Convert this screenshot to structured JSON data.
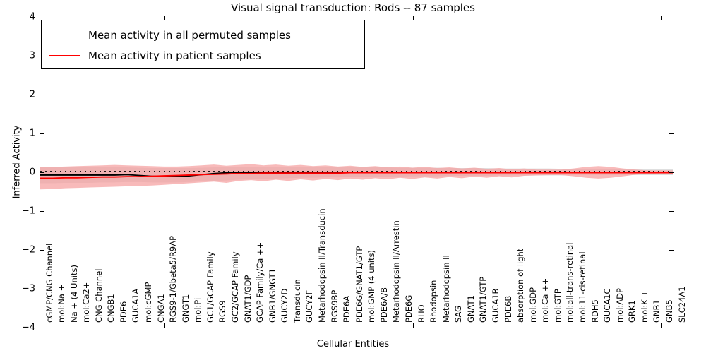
{
  "chart_data": {
    "type": "line",
    "title": "Visual signal transduction: Rods -- 87 samples",
    "xlabel": "Cellular Entities",
    "ylabel": "Inferred Activity",
    "ylim": [
      -4,
      4
    ],
    "yticks": [
      4,
      3,
      2,
      1,
      0,
      -1,
      -2,
      -3,
      -4
    ],
    "ytick_labels": [
      "4",
      "3",
      "2",
      "1",
      "0",
      "−1",
      "−2",
      "−3",
      "−4"
    ],
    "grid": false,
    "legend_position": "upper left",
    "legend": [
      {
        "label": "Mean activity in all permuted samples",
        "color": "#000000"
      },
      {
        "label": "Mean activity in patient samples",
        "color": "#ff0000"
      }
    ],
    "categories": [
      "cGMP/CNG Channel",
      "mol:Na +",
      "Na + (4 Units)",
      "mol:Ca2+",
      "CNG Channel",
      "CNGB1",
      "PDE6",
      "GUCA1A",
      "mol:cGMP",
      "CNGA1",
      "RGS9-1/Gbeta5/R9AP",
      "GNGT1",
      "mol:Pi",
      "GC1/GCAP Family",
      "RGS9",
      "GC2/GCAP Family",
      "GNAT1/GDP",
      "GCAP Family/Ca ++",
      "GNB1/GNGT1",
      "GUCY2D",
      "Transducin",
      "GUCY2F",
      "Metarhodopsin II/Transducin",
      "RGS9BP",
      "PDE6A",
      "PDE6G/GNAT1/GTP",
      "mol:GMP (4 units)",
      "PDE6A/B",
      "Metarhodopsin II/Arrestin",
      "PDE6G",
      "RHO",
      "Rhodopsin",
      "Metarhodopsin II",
      "SAG",
      "GNAT1",
      "GNAT1/GTP",
      "GUCA1B",
      "PDE6B",
      "absorption of light",
      "mol:GDP",
      "mol:Ca ++",
      "mol:GTP",
      "mol:all-trans-retinal",
      "mol:11-cis-retinal",
      "RDH5",
      "GUCA1C",
      "mol:ADP",
      "GRK1",
      "mol:K +",
      "GNB1",
      "GNB5",
      "SLC24A1"
    ],
    "series": [
      {
        "name": "Mean activity in all permuted samples",
        "color": "#000000",
        "band_color": "#d9d9d9",
        "values": [
          -0.09,
          -0.09,
          -0.09,
          -0.09,
          -0.09,
          -0.09,
          -0.09,
          -0.08,
          -0.1,
          -0.12,
          -0.12,
          -0.12,
          -0.11,
          -0.08,
          -0.05,
          -0.03,
          -0.02,
          -0.02,
          -0.02,
          -0.02,
          -0.02,
          -0.02,
          -0.02,
          -0.02,
          -0.02,
          -0.02,
          -0.02,
          -0.02,
          -0.02,
          -0.02,
          -0.02,
          -0.02,
          -0.02,
          -0.02,
          -0.02,
          -0.02,
          -0.02,
          -0.02,
          -0.02,
          -0.02,
          -0.02,
          -0.02,
          -0.02,
          -0.02,
          -0.02,
          -0.02,
          -0.02,
          -0.02,
          -0.02,
          -0.02,
          -0.02,
          -0.02
        ],
        "band_lower": [
          -0.3,
          -0.3,
          -0.29,
          -0.29,
          -0.29,
          -0.28,
          -0.28,
          -0.27,
          -0.27,
          -0.28,
          -0.28,
          -0.28,
          -0.27,
          -0.25,
          -0.24,
          -0.23,
          -0.21,
          -0.2,
          -0.19,
          -0.18,
          -0.17,
          -0.16,
          -0.16,
          -0.15,
          -0.15,
          -0.14,
          -0.14,
          -0.13,
          -0.13,
          -0.13,
          -0.12,
          -0.12,
          -0.12,
          -0.11,
          -0.11,
          -0.11,
          -0.11,
          -0.1,
          -0.1,
          -0.1,
          -0.1,
          -0.1,
          -0.1,
          -0.09,
          -0.09,
          -0.09,
          -0.09,
          -0.09,
          -0.09,
          -0.09,
          -0.09,
          -0.09
        ],
        "band_upper": [
          0.12,
          0.12,
          0.12,
          0.12,
          0.12,
          0.12,
          0.11,
          0.11,
          0.1,
          0.09,
          0.09,
          0.09,
          0.09,
          0.1,
          0.11,
          0.12,
          0.12,
          0.12,
          0.12,
          0.12,
          0.12,
          0.12,
          0.12,
          0.12,
          0.12,
          0.11,
          0.11,
          0.11,
          0.11,
          0.1,
          0.1,
          0.1,
          0.1,
          0.09,
          0.09,
          0.09,
          0.09,
          0.08,
          0.08,
          0.08,
          0.08,
          0.08,
          0.07,
          0.07,
          0.07,
          0.07,
          0.07,
          0.06,
          0.06,
          0.06,
          0.06,
          0.06
        ]
      },
      {
        "name": "Mean activity in patient samples",
        "color": "#ff0000",
        "band_color": "#f5a0a0",
        "values": [
          -0.17,
          -0.17,
          -0.16,
          -0.16,
          -0.15,
          -0.14,
          -0.14,
          -0.13,
          -0.13,
          -0.12,
          -0.11,
          -0.1,
          -0.09,
          -0.08,
          -0.07,
          -0.06,
          -0.05,
          -0.05,
          -0.04,
          -0.04,
          -0.04,
          -0.04,
          -0.04,
          -0.04,
          -0.04,
          -0.03,
          -0.03,
          -0.03,
          -0.03,
          -0.03,
          -0.03,
          -0.03,
          -0.03,
          -0.03,
          -0.03,
          -0.03,
          -0.03,
          -0.03,
          -0.03,
          -0.03,
          -0.03,
          -0.03,
          -0.03,
          -0.03,
          -0.03,
          -0.03,
          -0.03,
          -0.03,
          -0.03,
          -0.03,
          -0.03,
          -0.03
        ],
        "band_lower": [
          -0.46,
          -0.45,
          -0.43,
          -0.42,
          -0.41,
          -0.4,
          -0.39,
          -0.38,
          -0.37,
          -0.36,
          -0.34,
          -0.32,
          -0.3,
          -0.28,
          -0.26,
          -0.29,
          -0.24,
          -0.22,
          -0.25,
          -0.21,
          -0.24,
          -0.2,
          -0.23,
          -0.19,
          -0.22,
          -0.18,
          -0.21,
          -0.17,
          -0.2,
          -0.16,
          -0.19,
          -0.15,
          -0.18,
          -0.14,
          -0.17,
          -0.13,
          -0.16,
          -0.12,
          -0.15,
          -0.11,
          -0.1,
          -0.09,
          -0.09,
          -0.12,
          -0.16,
          -0.18,
          -0.16,
          -0.12,
          -0.08,
          -0.06,
          -0.05,
          -0.05
        ],
        "band_upper": [
          0.12,
          0.12,
          0.13,
          0.14,
          0.15,
          0.16,
          0.17,
          0.16,
          0.15,
          0.14,
          0.13,
          0.13,
          0.14,
          0.16,
          0.18,
          0.15,
          0.17,
          0.19,
          0.16,
          0.18,
          0.15,
          0.17,
          0.14,
          0.16,
          0.13,
          0.15,
          0.12,
          0.14,
          0.11,
          0.13,
          0.1,
          0.12,
          0.09,
          0.11,
          0.08,
          0.1,
          0.07,
          0.09,
          0.06,
          0.08,
          0.05,
          0.05,
          0.05,
          0.08,
          0.12,
          0.14,
          0.12,
          0.08,
          0.05,
          0.03,
          0.03,
          0.03
        ]
      }
    ],
    "zero_reference_line": {
      "value": 0,
      "style": "dotted",
      "color": "#000000"
    }
  }
}
